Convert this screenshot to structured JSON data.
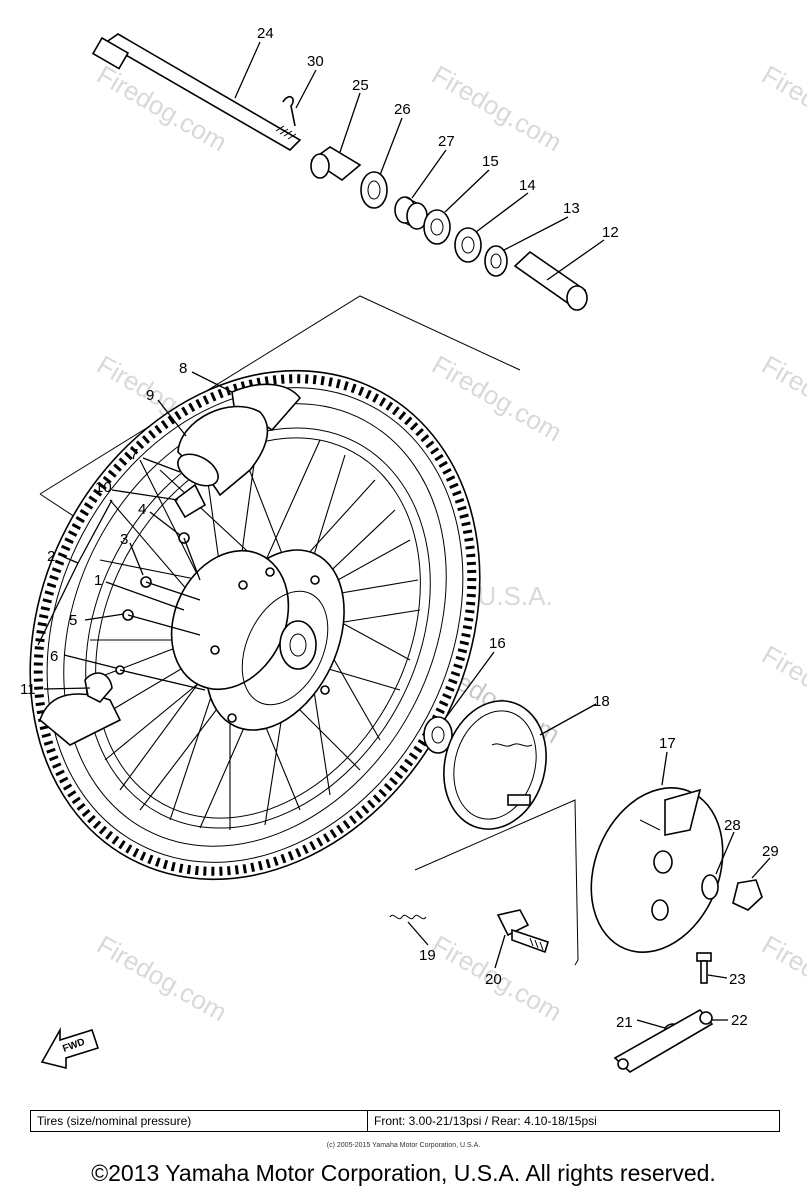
{
  "watermarks": {
    "site": "Firedog.com",
    "corp": "© Yamaha Motor Corp, U.S.A.",
    "copy_symbol": "©"
  },
  "callouts": [
    "24",
    "30",
    "25",
    "26",
    "27",
    "15",
    "14",
    "13",
    "12",
    "8",
    "9",
    "7",
    "10",
    "4",
    "3",
    "2",
    "1",
    "5",
    "6",
    "11",
    "16",
    "18",
    "17",
    "28",
    "29",
    "19",
    "20",
    "23",
    "21",
    "22"
  ],
  "fwd_label": "FWD",
  "spec_table": {
    "label": "Tires (size/nominal pressure)",
    "value": "Front:  3.00-21/13psi   /   Rear:  4.10-18/15psi"
  },
  "small_copyright": "(c) 2005-2015 Yamaha Motor Corporation, U.S.A.",
  "main_copyright": "©2013 Yamaha Motor Corporation, U.S.A. All rights reserved."
}
